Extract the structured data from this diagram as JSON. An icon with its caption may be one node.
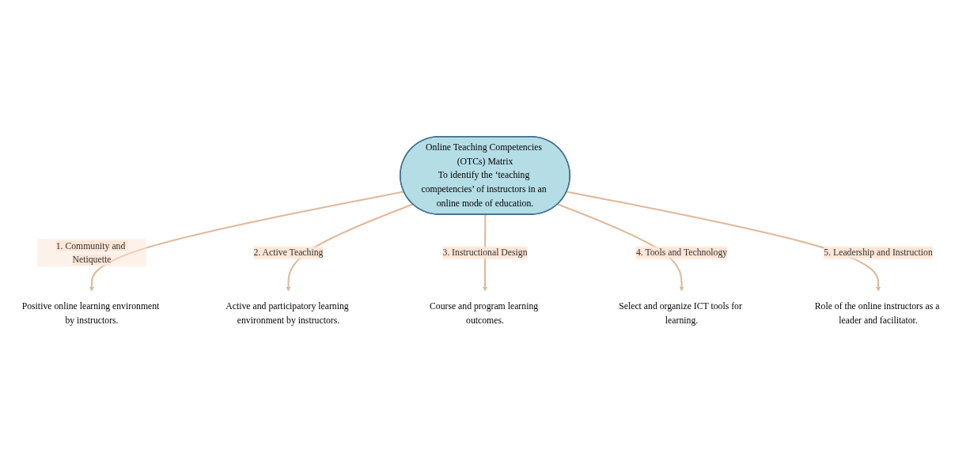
{
  "diagram": {
    "nodes": [
      {
        "text": [
          "Role of the online instructors as a leader and facilitator."
        ]
      },
      {
        "text": [
          "Positive online learning environment by instructors."
        ]
      },
      {
        "text": [
          "Online Teaching Competencies (OTCs) Matrix",
          "To identify the ‘teaching competencies’ of instructors in an online mode of education."
        ]
      },
      {
        "text": [
          "Active and participatory learning environment by instructors."
        ]
      },
      {
        "text": [
          "Select and organize ICT tools for learning."
        ]
      },
      {
        "text": [
          "Course and program learning outcomes."
        ]
      }
    ],
    "edges": [
      {
        "from": 2,
        "to": 1,
        "arrow": "to",
        "label": "1. Community and Netiquette"
      },
      {
        "from": 2,
        "to": 3,
        "arrow": "to",
        "label": "2. Active Teaching"
      },
      {
        "from": 2,
        "to": 5,
        "arrow": "to",
        "label": "3. Instructional Design"
      },
      {
        "from": 2,
        "to": 4,
        "arrow": "to",
        "label": "4. Tools and Technology"
      },
      {
        "from": 2,
        "to": 0,
        "arrow": "to",
        "label": "5. Leadership and Instruction"
      }
    ]
  }
}
